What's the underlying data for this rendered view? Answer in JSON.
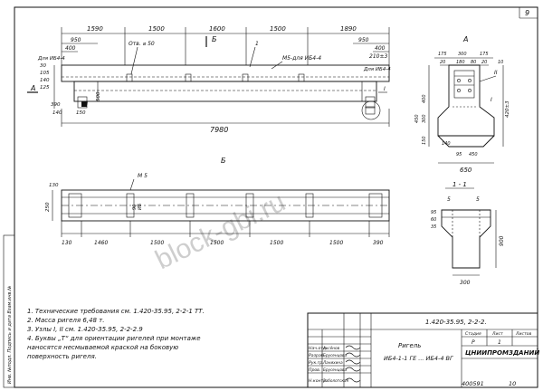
{
  "sheet": {
    "page_number": "9",
    "side_stamp": "Инв. №подл. Подпись и дата Взам.инв.№",
    "watermark": "block-gbi.ru"
  },
  "main_view": {
    "dims_top": [
      "1590",
      "1500",
      "1600",
      "1500",
      "1890"
    ],
    "dim_950_left": "950",
    "dim_400_left": "400",
    "dim_950_right": "950",
    "dim_400_right": "400",
    "hole_label": "Отв. ⌀ 50",
    "section_mark": "Б",
    "pointer_1": "1",
    "mark_m5": "М5-для ИБ4-4",
    "label_left": "Для ИБ4-4",
    "label_right": "Для ИБ4-4",
    "dim_210": "210±3",
    "dims_left": [
      "30",
      "105",
      "140",
      "125"
    ],
    "dim_140": "140",
    "dim_150": "150",
    "dim_390": "390",
    "dim_500": "500",
    "roman_I": "I",
    "roman_III": "III",
    "section_A": "A",
    "total_length": "7980"
  },
  "view_a": {
    "title": "A",
    "dims": [
      "175",
      "300",
      "175",
      "20",
      "180",
      "80",
      "20",
      "400",
      "300",
      "450",
      "150",
      "140",
      "95",
      "450",
      "650"
    ],
    "label_II": "II",
    "label_I": "I",
    "height": "420±3",
    "size_top": "10"
  },
  "section_b": {
    "title": "Б",
    "mark": "М 5",
    "dim_height": "250",
    "dims_bottom": [
      "130",
      "1460",
      "1500",
      "1500",
      "1500",
      "1500",
      "390"
    ],
    "dim_130": "130",
    "marks": [
      "90",
      "ИБ"
    ]
  },
  "section_11": {
    "title": "1 - 1",
    "label_5a": "5",
    "label_5b": "5",
    "dim_95": "95",
    "dim_60": "60",
    "dim_35": "35",
    "height": "900",
    "width": "300"
  },
  "notes": [
    "1. Технические требования см. 1.420-35.95, 2-2-1 ТТ.",
    "2. Масса ригеля 6,48 т.",
    "3. Узлы I, II см. 1.420-35.95, 2-2-2.9",
    "4. Буквы „Т“ для ориентации ригелей при монтаже",
    "   наносятся несмываемой краской на боковую",
    "   поверхность ригеля."
  ],
  "title_block": {
    "code": "1.420-35.95, 2-2-2.",
    "roles": [
      "Нач.отд.",
      "Разраб.",
      "Рук.гр.",
      "Пров.",
      "Н.контр."
    ],
    "names": [
      "Аксёнов",
      "Брусенцова",
      "Ланихина",
      "Брусенцова",
      "Заболотская"
    ],
    "item_name": "Ригель",
    "item_range": "ИБ4-1-1 ГЕ ... ИБ4-4 ВГ",
    "stage_label": "Стадия",
    "sheet_label": "Лист",
    "sheets_label": "Листов",
    "stage": "Р",
    "sheet": "1",
    "org": "ЦНИИПРОМЗДАНИЙ",
    "inv_number": "400591",
    "format": "10"
  }
}
